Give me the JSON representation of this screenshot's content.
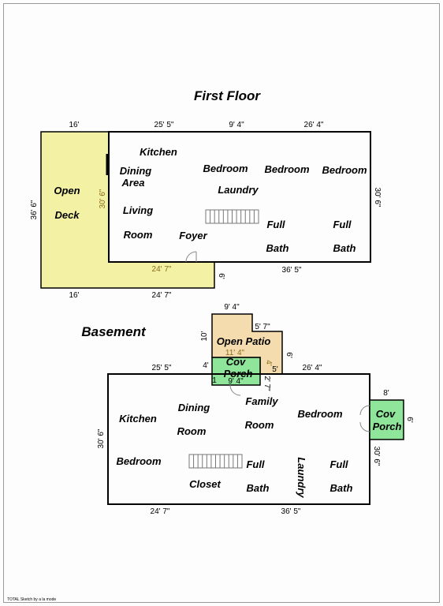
{
  "titles": {
    "first_floor": "First Floor",
    "basement": "Basement"
  },
  "colors": {
    "deck": "#f2f1a4",
    "patio": "#f4dcae",
    "porch": "#8fe59a",
    "wall": "#000000",
    "stair": "#777777"
  },
  "first_floor": {
    "rooms": {
      "kitchen": "Kitchen",
      "dining": "Dining",
      "area": "Area",
      "living": "Living",
      "room": "Room",
      "foyer": "Foyer",
      "bedroom_1": "Bedroom",
      "bedroom_2": "Bedroom",
      "bedroom_3": "Bedroom",
      "laundry": "Laundry",
      "full_1": "Full",
      "bath_1": "Bath",
      "full_2": "Full",
      "bath_2": "Bath",
      "open": "Open",
      "deck": "Deck"
    },
    "dims": {
      "top_1": "16'",
      "top_2": "25' 5\"",
      "top_3": "9' 4\"",
      "top_4": "26' 4\"",
      "left": "36' 6\"",
      "inner_left": "30' 6\"",
      "right": "30' 6\"",
      "inner_bottom": "24' 7\"",
      "small_right": "6'",
      "bottom_right": "36' 5\"",
      "bottom_1": "16'",
      "bottom_2": "24' 7\""
    }
  },
  "basement": {
    "rooms": {
      "kitchen": "Kitchen",
      "dining": "Dining",
      "room_1": "Room",
      "family": "Family",
      "room_2": "Room",
      "bedroom_1": "Bedroom",
      "bedroom_2": "Bedroom",
      "full_1": "Full",
      "bath_1": "Bath",
      "closet": "Closet",
      "laundry": "Laundry",
      "full_2": "Full",
      "bath_2": "Bath",
      "open_patio": "Open Patio",
      "cov_1": "Cov",
      "porch_1": "Porch",
      "cov_2": "Cov",
      "porch_2": "Porch"
    },
    "dims": {
      "patio_top": "9' 4\"",
      "patio_left": "10'",
      "patio_step": "5' 7\"",
      "patio_inner": "11' 4\"",
      "patio_right": "6'",
      "patio_small": "4'",
      "porch_left": "4'",
      "porch_right": "5'",
      "porch_bottom": "9' 4\"",
      "porch_one": "1",
      "porch_27": "2' 7\"",
      "top_left": "25' 5\"",
      "top_right": "26' 4\"",
      "left": "30' 6\"",
      "right": "30' 6\"",
      "bottom_left": "24' 7\"",
      "bottom_right": "36' 5\"",
      "side_porch_top": "8'",
      "side_porch_right": "6'"
    }
  },
  "footer": "TOTAL Sketch by a la mode"
}
